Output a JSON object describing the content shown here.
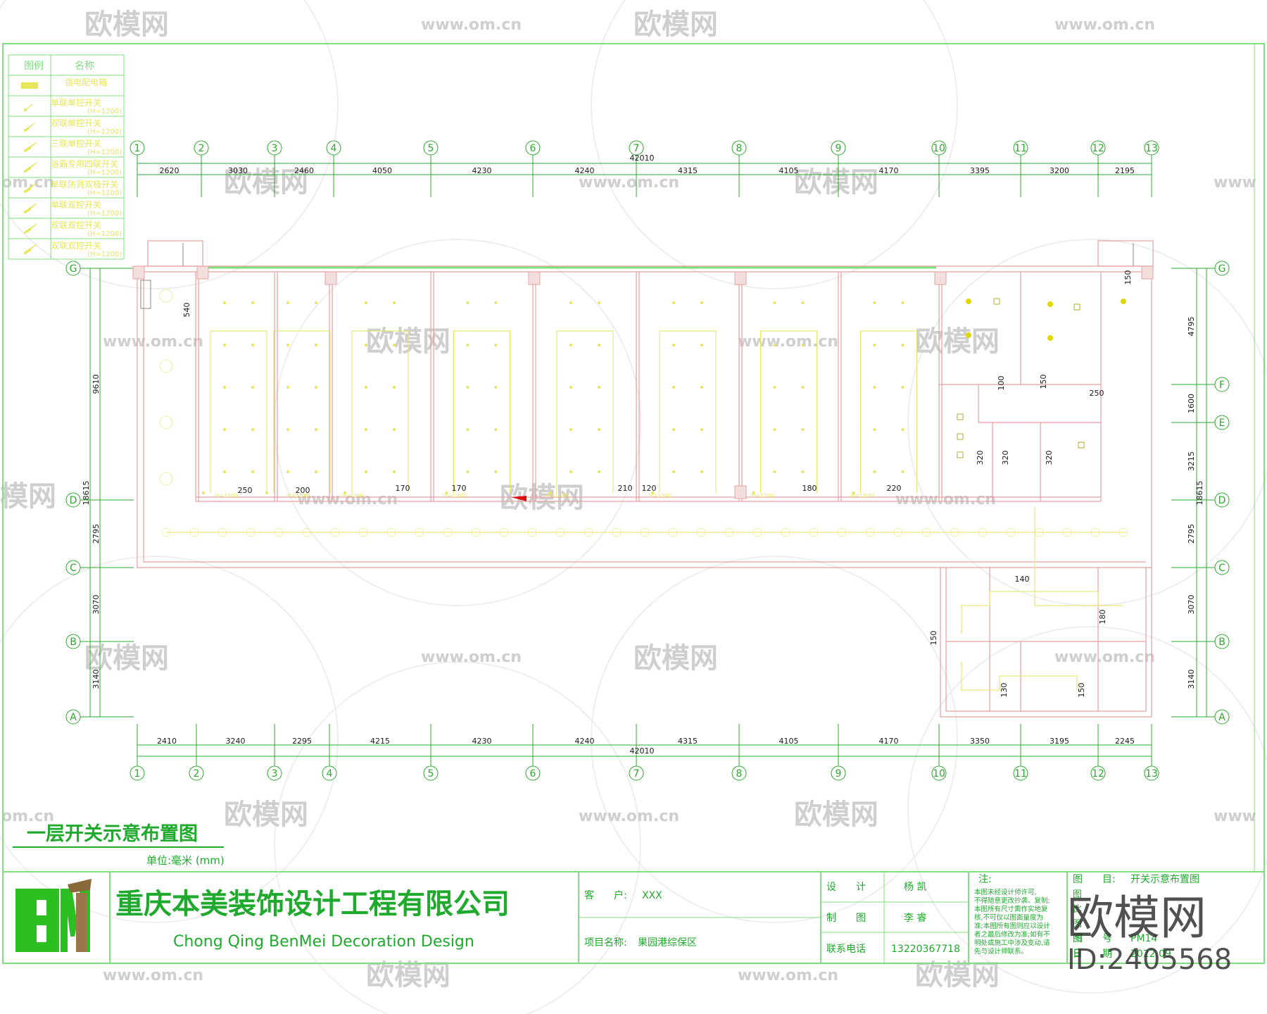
{
  "colors": {
    "frame": "#7fe07f",
    "grid": "#2fa82f",
    "wall": "#e8a0a0",
    "switch": "#e6e65a",
    "dim": "#1a1a1a",
    "title_green": "#1faa2e",
    "watermark": "#cfcfcf",
    "accent_red": "#e01010"
  },
  "watermarks": {
    "brand": "欧模网",
    "url": "www.om.cn",
    "om_cn": "om.cn",
    "partial_brand": "模网",
    "partial_url": "www"
  },
  "legend": {
    "header_symbol": "图例",
    "header_name": "名称",
    "items": [
      {
        "name": "强电配电箱",
        "height": ""
      },
      {
        "name": "单联单控开关",
        "height": "(H=1200)"
      },
      {
        "name": "双联单控开关",
        "height": "(H=1200)"
      },
      {
        "name": "三联单控开关",
        "height": "(H=1200)"
      },
      {
        "name": "浴霸专用四联开关",
        "height": "(H=1200)"
      },
      {
        "name": "单联防溅双极开关",
        "height": "(H=1200)"
      },
      {
        "name": "单联双控开关",
        "height": "(H=1200)"
      },
      {
        "name": "双联双控开关",
        "height": "(H=1200)"
      },
      {
        "name": "双联双控开关",
        "height": "(H=1200)"
      }
    ]
  },
  "axes": {
    "columns": [
      "1",
      "2",
      "3",
      "4",
      "5",
      "6",
      "7",
      "8",
      "9",
      "10",
      "11",
      "12",
      "13"
    ],
    "rows": [
      "G",
      "F",
      "E",
      "D",
      "C",
      "B",
      "A"
    ],
    "rows_left": [
      "G",
      "D",
      "C",
      "B",
      "A"
    ],
    "top_dims": [
      "2620",
      "3030",
      "2460",
      "4050",
      "4230",
      "4240",
      "4315",
      "4105",
      "4170",
      "3395",
      "3200",
      "2195"
    ],
    "bottom_dims": [
      "2410",
      "3240",
      "2295",
      "4215",
      "4230",
      "4240",
      "4315",
      "4105",
      "4170",
      "3350",
      "3195",
      "2245"
    ],
    "total_top": "42010",
    "total_bottom": "42010",
    "left_dims": [
      "9610",
      "2795",
      "3070",
      "3140"
    ],
    "left_total": "18615",
    "right_dims": [
      "4795",
      "1600",
      "3215",
      "2795",
      "3070",
      "3140"
    ],
    "right_total": "18615"
  },
  "plan": {
    "room_dims": [
      "540",
      "250",
      "200",
      "170",
      "170",
      "210",
      "120",
      "180",
      "220",
      "150",
      "100",
      "150",
      "250",
      "320",
      "320",
      "320",
      "140",
      "180",
      "150",
      "130",
      "150"
    ],
    "height_tag": "(H=1200)"
  },
  "drawing": {
    "title": "一层开关示意布置图",
    "unit": "单位:毫米 (mm)"
  },
  "title_block": {
    "logo_letters": "BM",
    "company_cn": "重庆本美装饰设计工程有限公司",
    "company_en": "Chong Qing BenMei Decoration Design",
    "client_label": "客　　户:",
    "client_value": "XXX",
    "project_label": "项目名称:",
    "project_value": "果园港综保区",
    "designer_label": "设　　计",
    "designer_value": "杨 凯",
    "drafter_label": "制　　图",
    "drafter_value": "李 睿",
    "phone_label": "联系电话",
    "phone_value": "13220367718",
    "notes_title": "注:",
    "notes": [
      "本图未经设计师许可,",
      "不得随意更改抄袭、复制;",
      "本图所有尺寸需作实地复",
      "核,不可仅以图面量度为",
      "准;本图所有图则应以设计",
      "者之最后修改为准;如有不",
      "明处或施工中涉及变动,请",
      "先与设计师联系。"
    ],
    "drawing_name_label": "图　　目:",
    "drawing_name_value": "开关示意布置图",
    "drawing_no_label": "图　　号",
    "drawing_no_value": "PM14",
    "date_label": "日　　期",
    "date_value": "2022.09",
    "left_col_labels": [
      "图",
      "比",
      "图",
      "图",
      "日"
    ]
  },
  "stamp": {
    "brand": "欧模网",
    "id": "ID:2405568"
  }
}
